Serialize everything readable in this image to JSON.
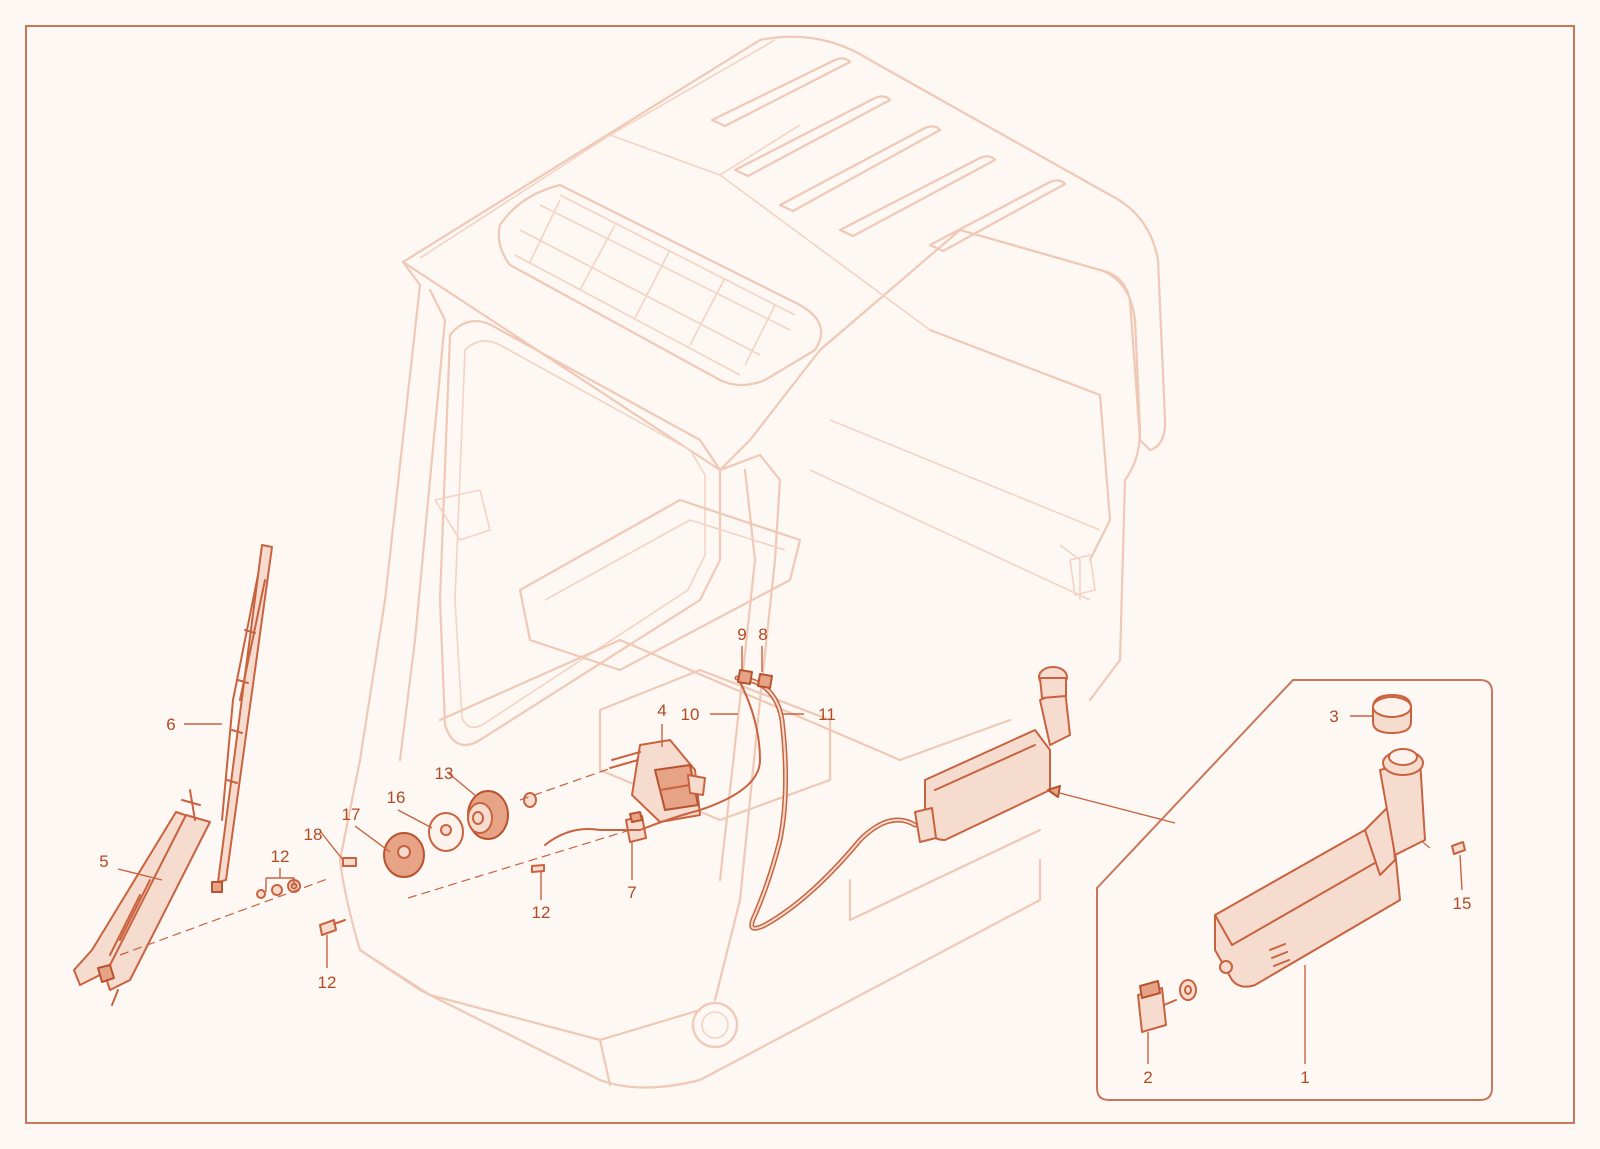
{
  "colors": {
    "accent": "#c9623f",
    "label": "#b24a24",
    "cab_outline": "#f0c8b6",
    "background": "#fdf8f3"
  },
  "callouts": {
    "c1": "1",
    "c2": "2",
    "c3": "3",
    "c4": "4",
    "c5": "5",
    "c6": "6",
    "c7": "7",
    "c8": "8",
    "c9": "9",
    "c10": "10",
    "c11": "11",
    "c12a": "12",
    "c12b": "12",
    "c12c": "12",
    "c13": "13",
    "c15": "15",
    "c16": "16",
    "c17": "17",
    "c18": "18"
  }
}
